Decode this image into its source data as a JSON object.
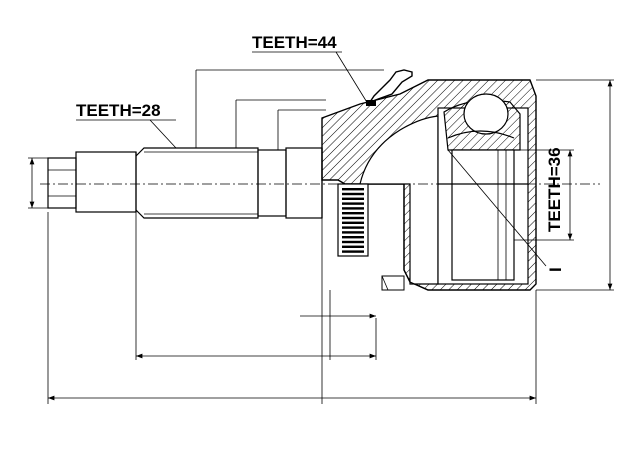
{
  "labels": {
    "teeth_left": "TEETH=28",
    "teeth_top": "TEETH=44",
    "teeth_right": "TEETH=36",
    "marker": "I"
  }
}
